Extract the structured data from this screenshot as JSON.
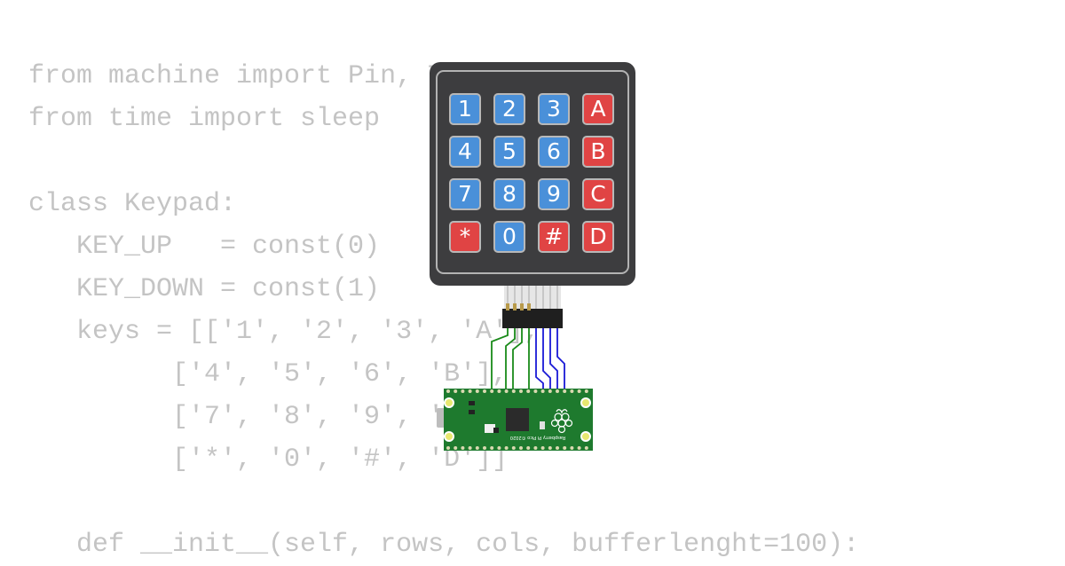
{
  "code_lines": [
    "from machine import Pin, Timer",
    "from time import sleep",
    "",
    "class Keypad:",
    "   KEY_UP   = const(0)",
    "   KEY_DOWN = const(1)",
    "   keys = [['1', '2', '3', 'A'],",
    "         ['4', '5', '6', 'B'],",
    "         ['7', '8', '9', 'C'],",
    "         ['*', '0', '#', 'D']]",
    "",
    "   def __init__(self, rows, cols, bufferlenght=100):"
  ],
  "keypad": {
    "rows": [
      [
        {
          "label": "1",
          "type": "num"
        },
        {
          "label": "2",
          "type": "num"
        },
        {
          "label": "3",
          "type": "num"
        },
        {
          "label": "A",
          "type": "sym"
        }
      ],
      [
        {
          "label": "4",
          "type": "num"
        },
        {
          "label": "5",
          "type": "num"
        },
        {
          "label": "6",
          "type": "num"
        },
        {
          "label": "B",
          "type": "sym"
        }
      ],
      [
        {
          "label": "7",
          "type": "num"
        },
        {
          "label": "8",
          "type": "num"
        },
        {
          "label": "9",
          "type": "num"
        },
        {
          "label": "C",
          "type": "sym"
        }
      ],
      [
        {
          "label": "*",
          "type": "sym"
        },
        {
          "label": "0",
          "type": "num"
        },
        {
          "label": "#",
          "type": "sym"
        },
        {
          "label": "D",
          "type": "sym"
        }
      ]
    ]
  },
  "board": {
    "silkscreen": "Raspberry Pi Pico ©2020"
  },
  "colors": {
    "code_text": "#c4c4c4",
    "key_num": "#4a90d9",
    "key_sym": "#e04444",
    "keypad_body": "#3d3d3f",
    "pcb_green": "#1e7a2e",
    "wire_green": "#1a8a1a",
    "wire_blue": "#1a1ad6"
  }
}
